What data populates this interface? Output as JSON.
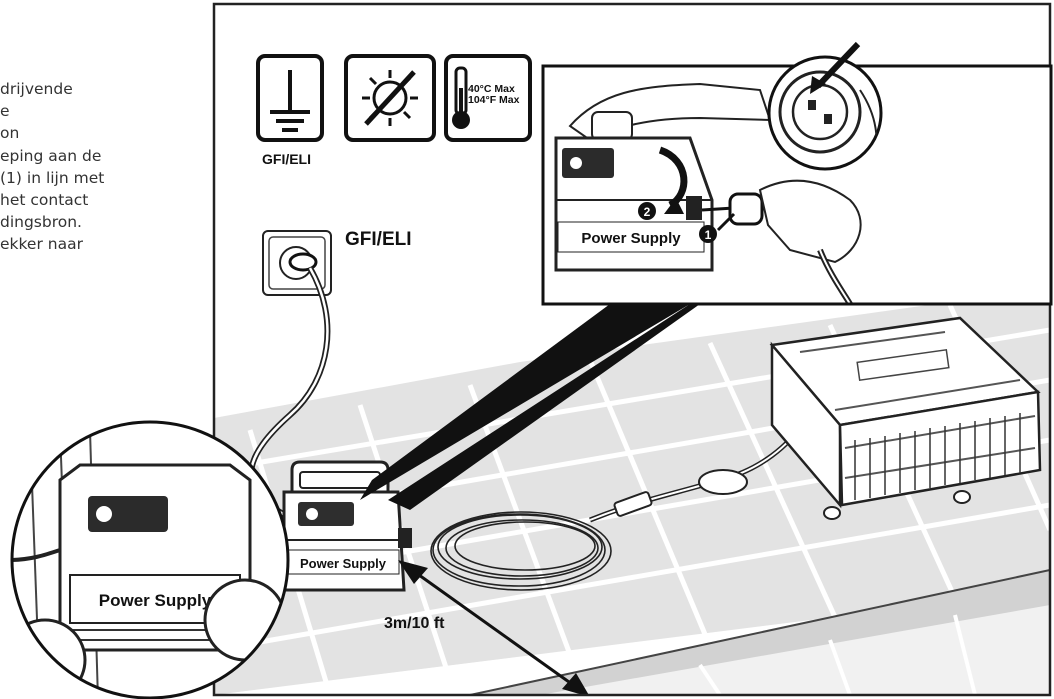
{
  "text_fragment_lines": [
    "drijvende",
    "e",
    "on",
    "eping aan de",
    "(1) in lijn met",
    "het contact",
    "dingsbron.",
    "ekker naar"
  ],
  "labels": {
    "ground_caption": "GFI/ELI",
    "outlet_label": "GFI/ELI",
    "temp_max_c": "40°C Max",
    "temp_max_f": "104°F Max",
    "power_supply": "Power Supply",
    "distance": "3m/10 ft",
    "step_1": "1",
    "step_2": "2"
  }
}
